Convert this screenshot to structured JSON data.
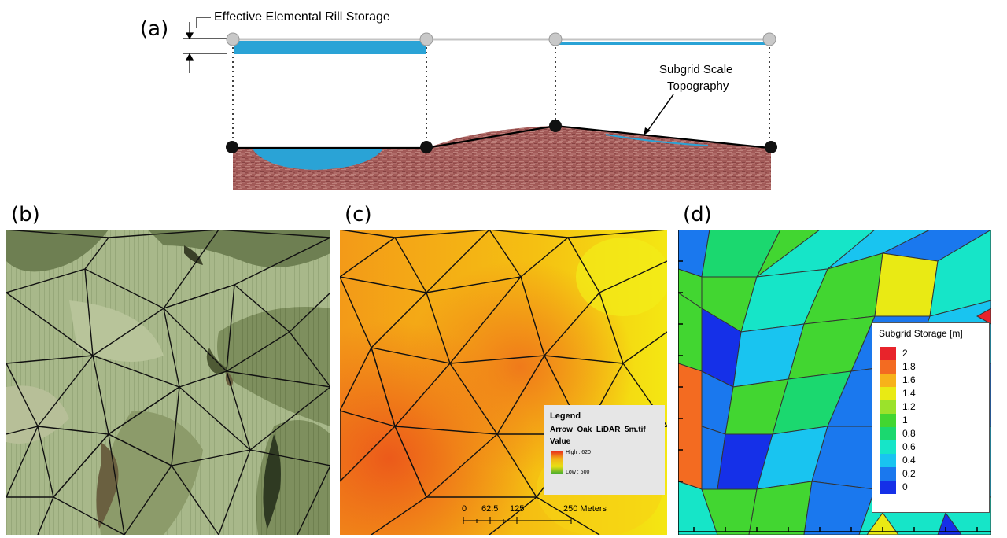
{
  "panels": {
    "a": {
      "label": "(a)",
      "storage_label": "Effective Elemental Rill Storage",
      "topo_label_line1": "Subgrid Scale",
      "topo_label_line2": "Topography"
    },
    "b": {
      "label": "(b)"
    },
    "c": {
      "label": "(c)",
      "legend": {
        "title": "Legend",
        "layer": "Arrow_Oak_LiDAR_5m.tif",
        "value_label": "Value",
        "high": "High : 620",
        "low": "Low : 600"
      },
      "scalebar": {
        "ticks": [
          "0",
          "62.5",
          "125",
          "250 Meters"
        ]
      }
    },
    "d": {
      "label": "(d)",
      "legend": {
        "title": "Subgrid Storage [m]",
        "entries": [
          {
            "label": "2",
            "color": "#e8242b"
          },
          {
            "label": "1.8",
            "color": "#f36b21"
          },
          {
            "label": "1.6",
            "color": "#f7b21a"
          },
          {
            "label": "1.4",
            "color": "#e9ea14"
          },
          {
            "label": "1.2",
            "color": "#9be22b"
          },
          {
            "label": "1",
            "color": "#42d631"
          },
          {
            "label": "0.8",
            "color": "#1bd86f"
          },
          {
            "label": "0.6",
            "color": "#16e5c8"
          },
          {
            "label": "0.4",
            "color": "#19c4f0"
          },
          {
            "label": "0.2",
            "color": "#1a78ee"
          },
          {
            "label": "0",
            "color": "#1530e8"
          }
        ]
      }
    }
  },
  "colors": {
    "water": "#2aa3d6",
    "soil": "#9a4a4a",
    "node": "#111111",
    "hollow_node": "#c8c8c8"
  }
}
